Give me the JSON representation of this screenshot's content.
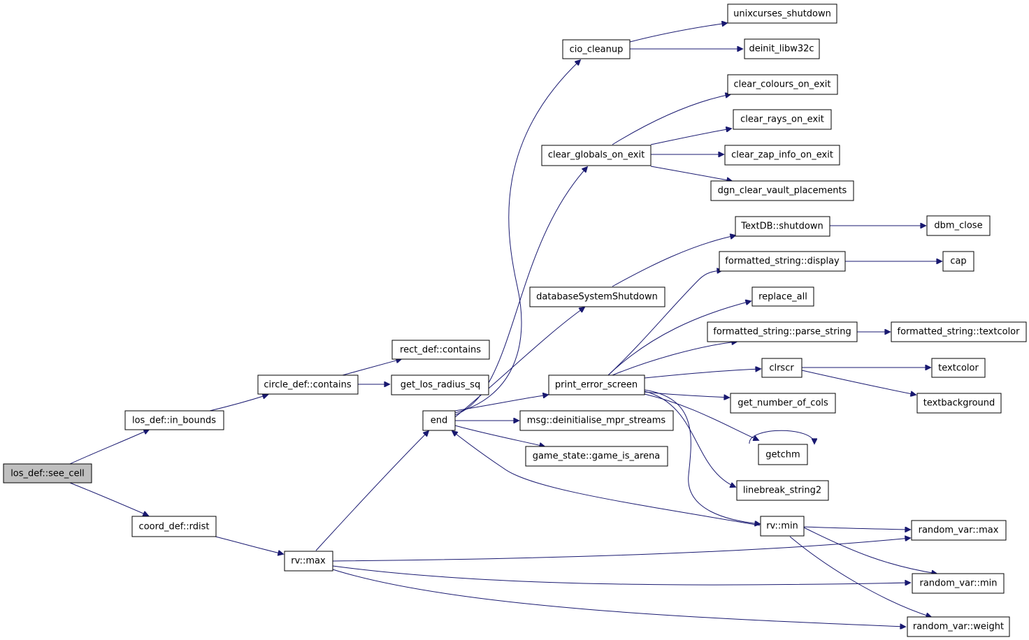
{
  "diagram": {
    "type": "call-graph",
    "colors": {
      "edge": "#191970",
      "arrowhead": "#191970",
      "root_fill": "#bfbfbf",
      "node_fill": "#ffffff",
      "border": "#000000"
    },
    "nodes": [
      {
        "id": "see_cell",
        "label": "los_def::see_cell",
        "root": true
      },
      {
        "id": "in_bounds",
        "label": "los_def::in_bounds"
      },
      {
        "id": "rdist",
        "label": "coord_def::rdist"
      },
      {
        "id": "circle_contains",
        "label": "circle_def::contains"
      },
      {
        "id": "rect_contains",
        "label": "rect_def::contains"
      },
      {
        "id": "get_los_radius_sq",
        "label": "get_los_radius_sq"
      },
      {
        "id": "rv_max",
        "label": "rv::max"
      },
      {
        "id": "end",
        "label": "end"
      },
      {
        "id": "cio_cleanup",
        "label": "cio_cleanup"
      },
      {
        "id": "unixcurses_shutdown",
        "label": "unixcurses_shutdown"
      },
      {
        "id": "deinit_libw32c",
        "label": "deinit_libw32c"
      },
      {
        "id": "clear_globals_on_exit",
        "label": "clear_globals_on_exit"
      },
      {
        "id": "clear_colours_on_exit",
        "label": "clear_colours_on_exit"
      },
      {
        "id": "clear_rays_on_exit",
        "label": "clear_rays_on_exit"
      },
      {
        "id": "clear_zap_info_on_exit",
        "label": "clear_zap_info_on_exit"
      },
      {
        "id": "dgn_clear_vault_placements",
        "label": "dgn_clear_vault_placements"
      },
      {
        "id": "databaseSystemShutdown",
        "label": "databaseSystemShutdown"
      },
      {
        "id": "textdb_shutdown",
        "label": "TextDB::shutdown"
      },
      {
        "id": "dbm_close",
        "label": "dbm_close"
      },
      {
        "id": "print_error_screen",
        "label": "print_error_screen"
      },
      {
        "id": "fs_display",
        "label": "formatted_string::display"
      },
      {
        "id": "cap",
        "label": "cap"
      },
      {
        "id": "replace_all",
        "label": "replace_all"
      },
      {
        "id": "fs_parse_string",
        "label": "formatted_string::parse_string"
      },
      {
        "id": "fs_textcolor",
        "label": "formatted_string::textcolor"
      },
      {
        "id": "clrscr",
        "label": "clrscr"
      },
      {
        "id": "textcolor",
        "label": "textcolor"
      },
      {
        "id": "textbackground",
        "label": "textbackground"
      },
      {
        "id": "get_number_of_cols",
        "label": "get_number_of_cols"
      },
      {
        "id": "getchm",
        "label": "getchm"
      },
      {
        "id": "linebreak_string2",
        "label": "linebreak_string2"
      },
      {
        "id": "rv_min",
        "label": "rv::min"
      },
      {
        "id": "msg_deinit",
        "label": "msg::deinitialise_mpr_streams"
      },
      {
        "id": "game_is_arena",
        "label": "game_state::game_is_arena"
      },
      {
        "id": "random_var_max",
        "label": "random_var::max"
      },
      {
        "id": "random_var_min",
        "label": "random_var::min"
      },
      {
        "id": "random_var_weight",
        "label": "random_var::weight"
      }
    ],
    "edges": [
      [
        "see_cell",
        "in_bounds"
      ],
      [
        "see_cell",
        "rdist"
      ],
      [
        "in_bounds",
        "circle_contains"
      ],
      [
        "circle_contains",
        "rect_contains"
      ],
      [
        "circle_contains",
        "get_los_radius_sq"
      ],
      [
        "rdist",
        "rv_max"
      ],
      [
        "rv_max",
        "end"
      ],
      [
        "rv_max",
        "random_var_max"
      ],
      [
        "rv_max",
        "random_var_min"
      ],
      [
        "rv_max",
        "random_var_weight"
      ],
      [
        "end",
        "cio_cleanup"
      ],
      [
        "end",
        "clear_globals_on_exit"
      ],
      [
        "end",
        "databaseSystemShutdown"
      ],
      [
        "end",
        "print_error_screen"
      ],
      [
        "end",
        "msg_deinit"
      ],
      [
        "end",
        "game_is_arena"
      ],
      [
        "cio_cleanup",
        "unixcurses_shutdown"
      ],
      [
        "cio_cleanup",
        "deinit_libw32c"
      ],
      [
        "clear_globals_on_exit",
        "clear_colours_on_exit"
      ],
      [
        "clear_globals_on_exit",
        "clear_rays_on_exit"
      ],
      [
        "clear_globals_on_exit",
        "clear_zap_info_on_exit"
      ],
      [
        "clear_globals_on_exit",
        "dgn_clear_vault_placements"
      ],
      [
        "databaseSystemShutdown",
        "textdb_shutdown"
      ],
      [
        "textdb_shutdown",
        "dbm_close"
      ],
      [
        "print_error_screen",
        "fs_display"
      ],
      [
        "print_error_screen",
        "replace_all"
      ],
      [
        "print_error_screen",
        "fs_parse_string"
      ],
      [
        "print_error_screen",
        "clrscr"
      ],
      [
        "print_error_screen",
        "get_number_of_cols"
      ],
      [
        "print_error_screen",
        "getchm"
      ],
      [
        "print_error_screen",
        "linebreak_string2"
      ],
      [
        "print_error_screen",
        "rv_min"
      ],
      [
        "fs_display",
        "cap"
      ],
      [
        "fs_parse_string",
        "fs_textcolor"
      ],
      [
        "clrscr",
        "textcolor"
      ],
      [
        "clrscr",
        "textbackground"
      ],
      [
        "getchm",
        "getchm"
      ],
      [
        "rv_min",
        "end"
      ],
      [
        "rv_min",
        "random_var_max"
      ],
      [
        "rv_min",
        "random_var_min"
      ],
      [
        "rv_min",
        "random_var_weight"
      ]
    ]
  }
}
